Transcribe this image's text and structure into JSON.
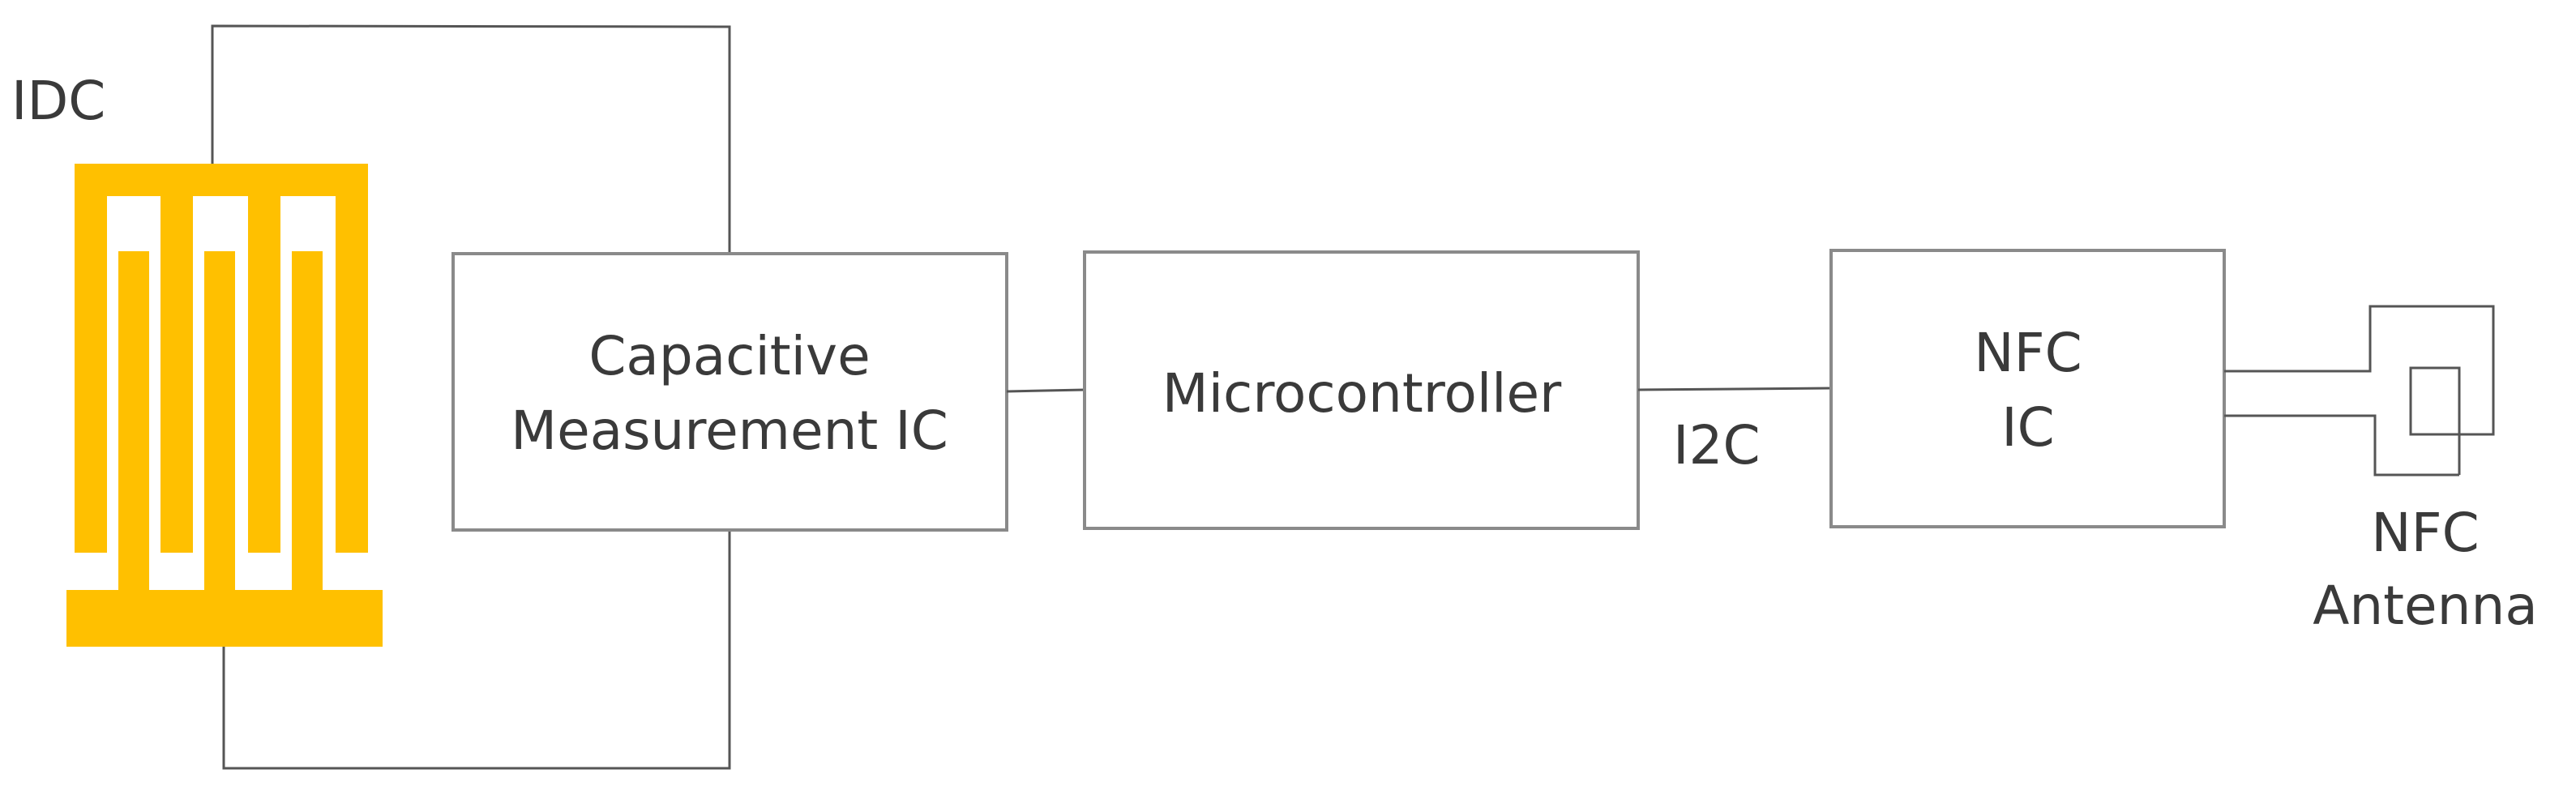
{
  "colors": {
    "idc": "#FFC000",
    "box_stroke": "#8a8a8a",
    "wire": "#555555",
    "text": "#3a3a3a"
  },
  "labels": {
    "idc": "IDC",
    "cap_line1": "Capacitive",
    "cap_line2": "Measurement IC",
    "mcu": "Microcontroller",
    "i2c": "I2C",
    "nfc_ic_line1": "NFC",
    "nfc_ic_line2": "IC",
    "antenna_line1": "NFC",
    "antenna_line2": "Antenna"
  }
}
